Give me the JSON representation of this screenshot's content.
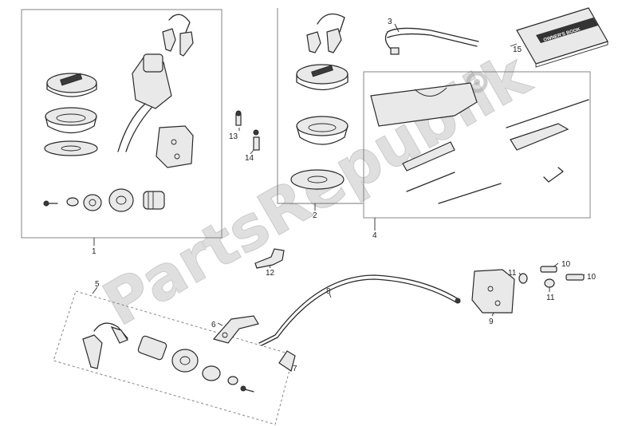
{
  "parts": [
    {
      "id": "p1",
      "label": "1"
    },
    {
      "id": "p2",
      "label": "2"
    },
    {
      "id": "p3",
      "label": "3"
    },
    {
      "id": "p4",
      "label": "4"
    },
    {
      "id": "p5",
      "label": "5"
    },
    {
      "id": "p6",
      "label": "6"
    },
    {
      "id": "p7",
      "label": "7"
    },
    {
      "id": "p8",
      "label": "8"
    },
    {
      "id": "p9",
      "label": "9"
    },
    {
      "id": "p10a",
      "label": "10"
    },
    {
      "id": "p10b",
      "label": "10"
    },
    {
      "id": "p11a",
      "label": "11"
    },
    {
      "id": "p11b",
      "label": "11"
    },
    {
      "id": "p12",
      "label": "12"
    },
    {
      "id": "p13",
      "label": "13"
    },
    {
      "id": "p14",
      "label": "14"
    },
    {
      "id": "p15",
      "label": "15"
    }
  ],
  "manual_title": "OWNER'S BOOK",
  "watermark": "PartsRepublik"
}
